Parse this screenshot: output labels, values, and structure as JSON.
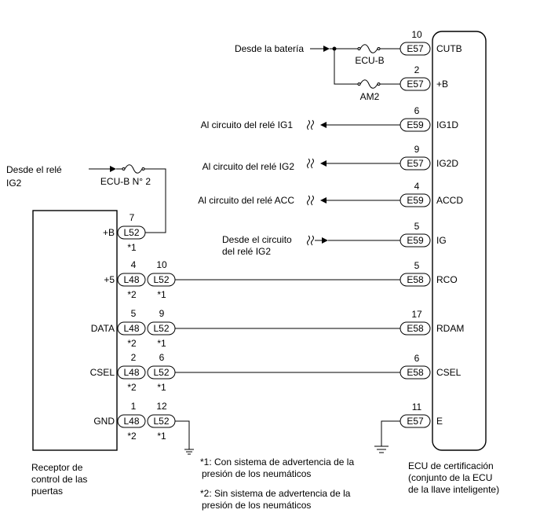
{
  "labels": {
    "battery": "Desde la batería",
    "relay_ig2_line1": "Desde el relé",
    "relay_ig2_line2": "IG2",
    "to_ig1": "Al circuito del relé IG1",
    "to_ig2": "Al circuito del relé IG2",
    "to_acc": "Al circuito del relé ACC",
    "from_ig2_line1": "Desde el circuito",
    "from_ig2_line2": "del relé IG2"
  },
  "fuses": {
    "ecu_b": "ECU-B",
    "am2": "AM2",
    "ecu_b_no2": "ECU-B N° 2"
  },
  "ecu": {
    "name_lines": [
      "ECU de certificación",
      "(conjunto de la ECU",
      "de la llave inteligente)"
    ],
    "pins": [
      {
        "pin": "10",
        "connector": "E57",
        "terminal": "CUTB"
      },
      {
        "pin": "2",
        "connector": "E57",
        "terminal": "+B"
      },
      {
        "pin": "6",
        "connector": "E59",
        "terminal": "IG1D"
      },
      {
        "pin": "9",
        "connector": "E57",
        "terminal": "IG2D"
      },
      {
        "pin": "4",
        "connector": "E59",
        "terminal": "ACCD"
      },
      {
        "pin": "5",
        "connector": "E59",
        "terminal": "IG"
      },
      {
        "pin": "5",
        "connector": "E58",
        "terminal": "RCO"
      },
      {
        "pin": "17",
        "connector": "E58",
        "terminal": "RDAM"
      },
      {
        "pin": "6",
        "connector": "E58",
        "terminal": "CSEL"
      },
      {
        "pin": "11",
        "connector": "E57",
        "terminal": "E"
      }
    ]
  },
  "receiver": {
    "name_lines": [
      "Receptor de",
      "control de las",
      "puertas"
    ],
    "terminals": [
      {
        "terminal": "+B",
        "connectors": [
          {
            "pin": "7",
            "connector": "L52",
            "note": "*1"
          }
        ]
      },
      {
        "terminal": "+5",
        "connectors": [
          {
            "pin": "4",
            "connector": "L48",
            "note": "*2"
          },
          {
            "pin": "10",
            "connector": "L52",
            "note": "*1"
          }
        ]
      },
      {
        "terminal": "DATA",
        "connectors": [
          {
            "pin": "5",
            "connector": "L48",
            "note": "*2"
          },
          {
            "pin": "9",
            "connector": "L52",
            "note": "*1"
          }
        ]
      },
      {
        "terminal": "CSEL",
        "connectors": [
          {
            "pin": "2",
            "connector": "L48",
            "note": "*2"
          },
          {
            "pin": "6",
            "connector": "L52",
            "note": "*1"
          }
        ]
      },
      {
        "terminal": "GND",
        "connectors": [
          {
            "pin": "1",
            "connector": "L48",
            "note": "*2"
          },
          {
            "pin": "12",
            "connector": "L52",
            "note": "*1"
          }
        ]
      }
    ]
  },
  "notes": [
    {
      "line1": "*1: Con sistema de advertencia de la",
      "line2": "presión de los neumáticos"
    },
    {
      "line1": "*2: Sin sistema de advertencia de la",
      "line2": "presión de los neumáticos"
    }
  ]
}
